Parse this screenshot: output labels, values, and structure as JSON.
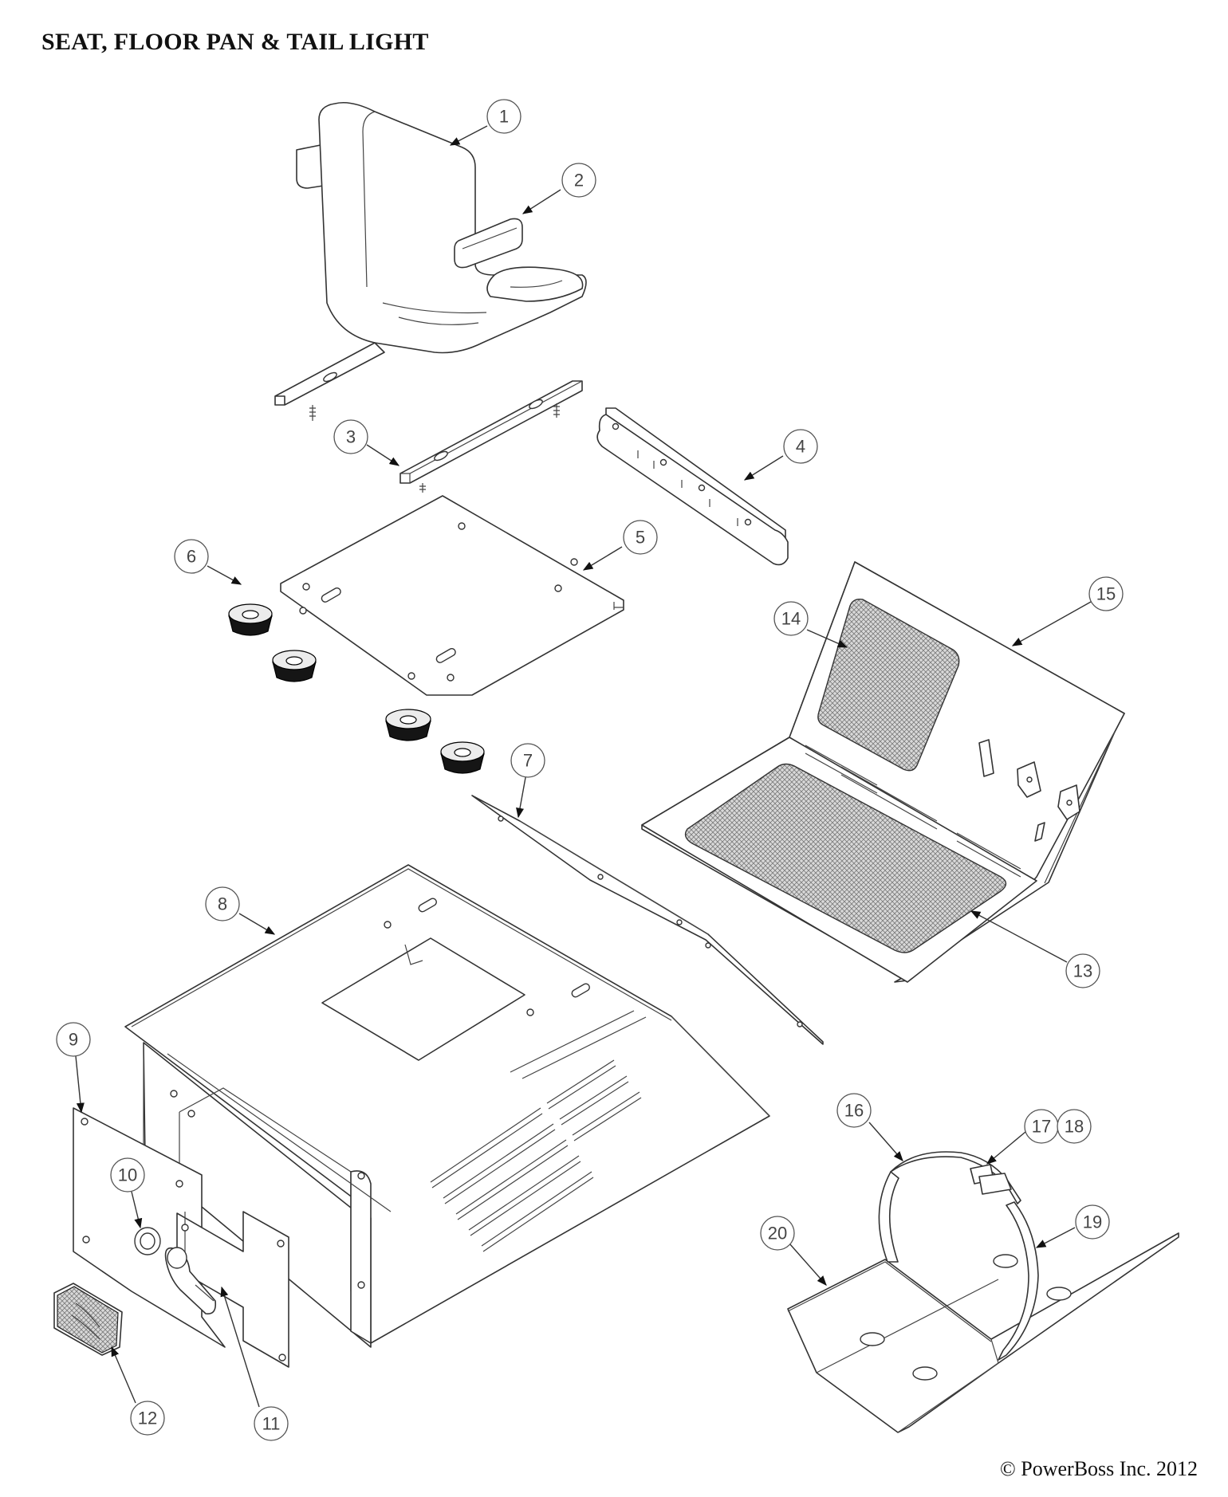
{
  "title": "SEAT, FLOOR PAN & TAIL LIGHT",
  "copyright": "© PowerBoss Inc. 2012",
  "callouts": [
    {
      "label": "1"
    },
    {
      "label": "2"
    },
    {
      "label": "3"
    },
    {
      "label": "4"
    },
    {
      "label": "5"
    },
    {
      "label": "6"
    },
    {
      "label": "7"
    },
    {
      "label": "8"
    },
    {
      "label": "9"
    },
    {
      "label": "10"
    },
    {
      "label": "11"
    },
    {
      "label": "12"
    },
    {
      "label": "13"
    },
    {
      "label": "14"
    },
    {
      "label": "15"
    },
    {
      "label": "16"
    },
    {
      "label": "17"
    },
    {
      "label": "18"
    },
    {
      "label": "19"
    },
    {
      "label": "20"
    }
  ]
}
